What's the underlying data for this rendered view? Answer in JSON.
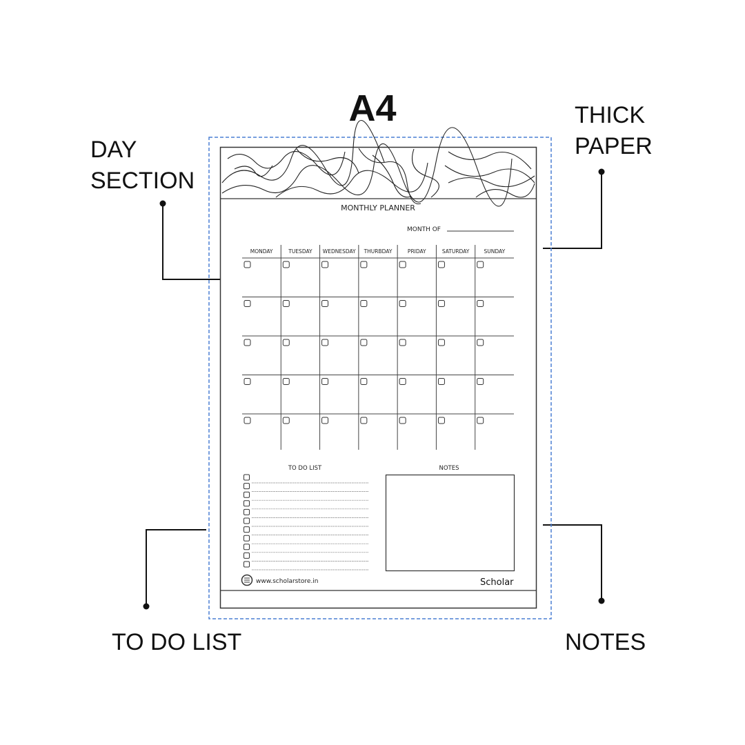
{
  "title": "A4",
  "annotations": {
    "day_section": [
      "DAY",
      "SECTION"
    ],
    "thick_paper": [
      "THICK",
      "PAPER"
    ],
    "todo_list": "TO DO LIST",
    "notes": "NOTES"
  },
  "planner": {
    "heading": "MONTHLY PLANNER",
    "month_of_label": "MONTH OF",
    "days": [
      "MONDAY",
      "TUESDAY",
      "WEDNESDAY",
      "THURBDAY",
      "PRIDAY",
      "SATURDAY",
      "SUNDAY"
    ],
    "weeks": 5,
    "todo_title": "TO DO LIST",
    "todo_items": 11,
    "notes_title": "NOTES",
    "website": "www.scholarstore.in",
    "brand": "Scholar"
  },
  "colors": {
    "dashed_border": "#4a7fd4",
    "ink": "#222222"
  }
}
